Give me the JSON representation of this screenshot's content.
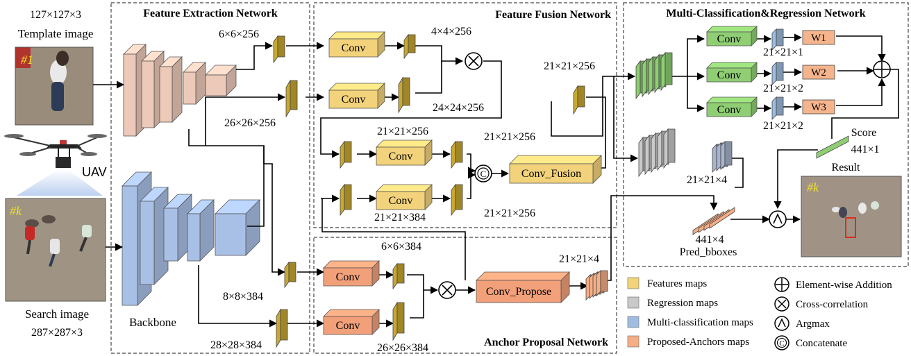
{
  "colors": {
    "feature": "#f2d27a",
    "feature_map": "#c9a832",
    "regression": "#c9c9c9",
    "classification": "#9fbde0",
    "proposed": "#f6ae86",
    "fusion_block": "#e8b55c",
    "conv_green": "#8fce73",
    "weight": "#f6b48c",
    "extract_pink": "#ecc9b8",
    "backbone_blue": "#a9c0e6",
    "sky": "#c9d8f2"
  },
  "input": {
    "template_dims": "127×127×3",
    "template_label": "Template image",
    "template_tag": "#1",
    "uav_label": "UAV",
    "search_tag": "#k",
    "search_label": "Search image",
    "search_dims": "287×287×3"
  },
  "extraction": {
    "title": "Feature Extraction Network",
    "backbone_label": "Backbone",
    "dims": {
      "t1": "6×6×256",
      "t2": "26×26×256",
      "s1": "8×8×384",
      "s2": "28×28×384"
    }
  },
  "fusion": {
    "title": "Feature Fusion Network",
    "conv": "Conv",
    "conv_fusion": "Conv_Fusion",
    "dims": {
      "a": "4×4×256",
      "b": "24×24×256",
      "c": "21×21×256",
      "d": "21×21×256",
      "e": "21×21×384",
      "f": "21×21×256",
      "g": "21×21×256"
    }
  },
  "anchor": {
    "title": "Anchor Proposal Network",
    "conv": "Conv",
    "conv_propose": "Conv_Propose",
    "dims": {
      "a": "6×6×384",
      "b": "26×26×384",
      "c": "21×21×4"
    }
  },
  "mcr": {
    "title": "Multi-Classification&Regression Network",
    "conv": "Conv",
    "weights": [
      "W1",
      "W2",
      "W3"
    ],
    "dims": {
      "c1": "21×21×1",
      "c2": "21×21×2",
      "c3": "21×21×2",
      "reg": "21×21×4",
      "pred_dims": "441×4",
      "pred_label": "Pred_bboxes",
      "score": "Score",
      "score_dims": "441×1",
      "result": "Result",
      "result_tag": "#k"
    }
  },
  "legend": [
    {
      "label": "Features maps",
      "icon": "features-maps-swatch"
    },
    {
      "label": "Regression maps",
      "icon": "regression-maps-swatch"
    },
    {
      "label": "Multi-classification maps",
      "icon": "multi-classification-maps-swatch"
    },
    {
      "label": "Proposed-Anchors maps",
      "icon": "proposed-anchors-maps-swatch"
    },
    {
      "label": "Element-wise Addition",
      "icon": "circled-plus-icon"
    },
    {
      "label": "Cross-correlation",
      "icon": "circled-times-icon"
    },
    {
      "label": "Argmax",
      "icon": "circled-wedge-icon"
    },
    {
      "label": "Concatenate",
      "icon": "circled-c-icon"
    }
  ]
}
